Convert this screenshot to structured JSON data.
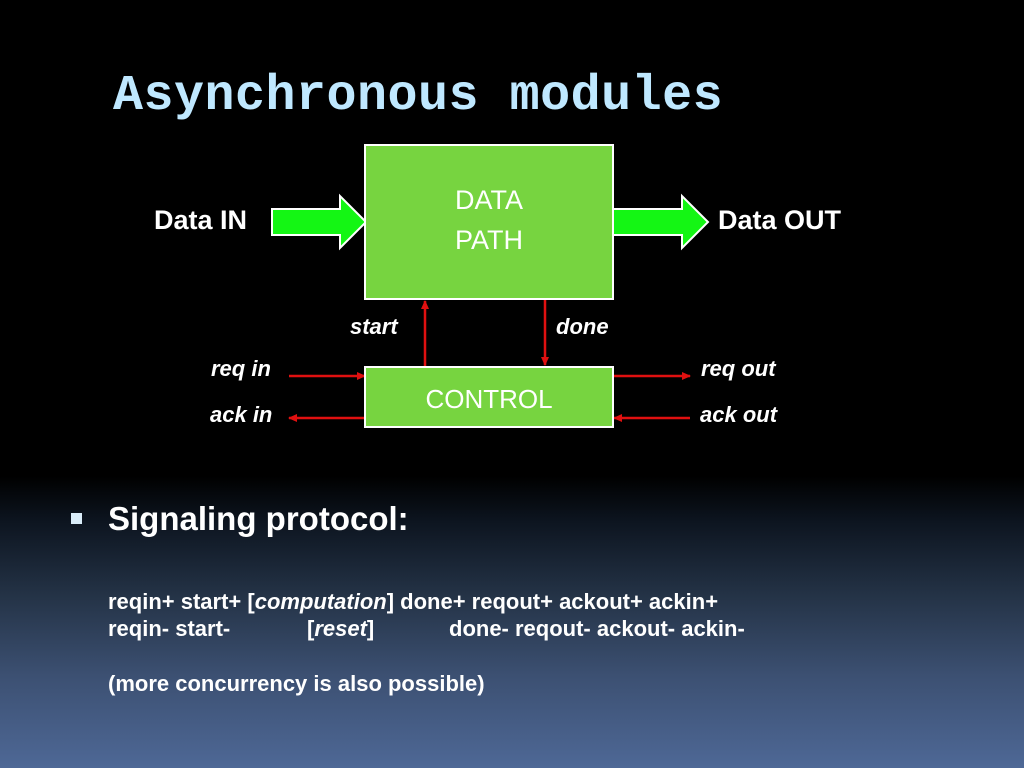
{
  "slide": {
    "title": "Asynchronous modules"
  },
  "diagram": {
    "datapath_line1": "DATA",
    "datapath_line2": "PATH",
    "control_label": "CONTROL",
    "data_in_label": "Data IN",
    "data_out_label": "Data OUT",
    "start_label": "start",
    "done_label": "done",
    "req_in_label": "req in",
    "ack_in_label": "ack in",
    "req_out_label": "req out",
    "ack_out_label": "ack out",
    "colors": {
      "box_fill": "#77d440",
      "data_arrow": "#14f614",
      "signal_arrow": "#e01010"
    }
  },
  "bullet": {
    "text": "Signaling protocol:"
  },
  "protocol": {
    "line1_prefix": "reqin+ start+ [",
    "line1_italic": "computation",
    "line1_suffix": "] done+ reqout+ ackout+ ackin+",
    "line2_a": "reqin-  start-",
    "line2_b_open": "[",
    "line2_b_italic": "reset",
    "line2_b_close": "]",
    "line2_c": "done-  reqout-  ackout-  ackin-",
    "note": "(more concurrency is also possible)"
  }
}
